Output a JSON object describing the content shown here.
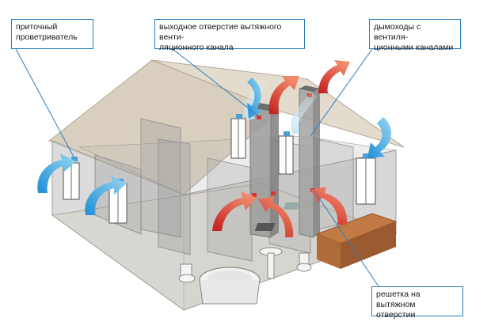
{
  "labels": {
    "supply_ventilator": "приточный\nпроветриватель",
    "exhaust_outlet": "выходное отверстие вытяжного венти-\nляционного канала",
    "chimneys": "дымоходы с вентиля-\nционными каналами",
    "exhaust_grille": "решетка на вытяжном\nотверстии"
  },
  "colors": {
    "leader_line": "#2a7ec0",
    "warm_air_arrow": "#e8543a",
    "fresh_air_arrow": "#3aa8e0"
  }
}
